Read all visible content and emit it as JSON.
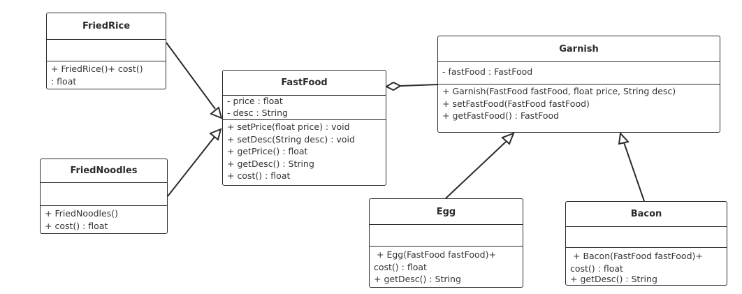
{
  "classes": {
    "fried_rice": {
      "name": "FriedRice",
      "attributes": [],
      "operations": [
        "+ FriedRice()+ cost()",
        ": float"
      ]
    },
    "fried_noodles": {
      "name": "FriedNoodles",
      "attributes": [],
      "operations": [
        "+ FriedNoodles()",
        "+ cost() : float"
      ]
    },
    "fast_food": {
      "name": "FastFood",
      "attributes": [
        "- price : float",
        "- desc : String"
      ],
      "operations": [
        "+ setPrice(float price) : void",
        "+ setDesc(String desc) : void",
        "+ getPrice() : float",
        "+ getDesc() : String",
        "+ cost() : float"
      ]
    },
    "garnish": {
      "name": "Garnish",
      "attributes": [
        "- fastFood : FastFood"
      ],
      "operations": [
        "+ Garnish(FastFood fastFood, float price, String desc)",
        "+ setFastFood(FastFood fastFood)",
        "+ getFastFood() : FastFood"
      ]
    },
    "egg": {
      "name": "Egg",
      "attributes": [],
      "operations": [
        "+ Egg(FastFood fastFood)+",
        "cost() : float",
        "+ getDesc() : String"
      ]
    },
    "bacon": {
      "name": "Bacon",
      "attributes": [],
      "operations": [
        "+ Bacon(FastFood fastFood)+",
        "cost() : float",
        "+ getDesc() : String"
      ]
    }
  },
  "relationships": [
    {
      "type": "generalization",
      "from": "FriedRice",
      "to": "FastFood"
    },
    {
      "type": "generalization",
      "from": "FriedNoodles",
      "to": "FastFood"
    },
    {
      "type": "aggregation",
      "from": "Garnish",
      "to": "FastFood"
    },
    {
      "type": "generalization",
      "from": "Egg",
      "to": "Garnish"
    },
    {
      "type": "generalization",
      "from": "Bacon",
      "to": "Garnish"
    }
  ],
  "colors": {
    "stroke": "#2b2b2b",
    "text": "#333333",
    "background": "#ffffff"
  }
}
